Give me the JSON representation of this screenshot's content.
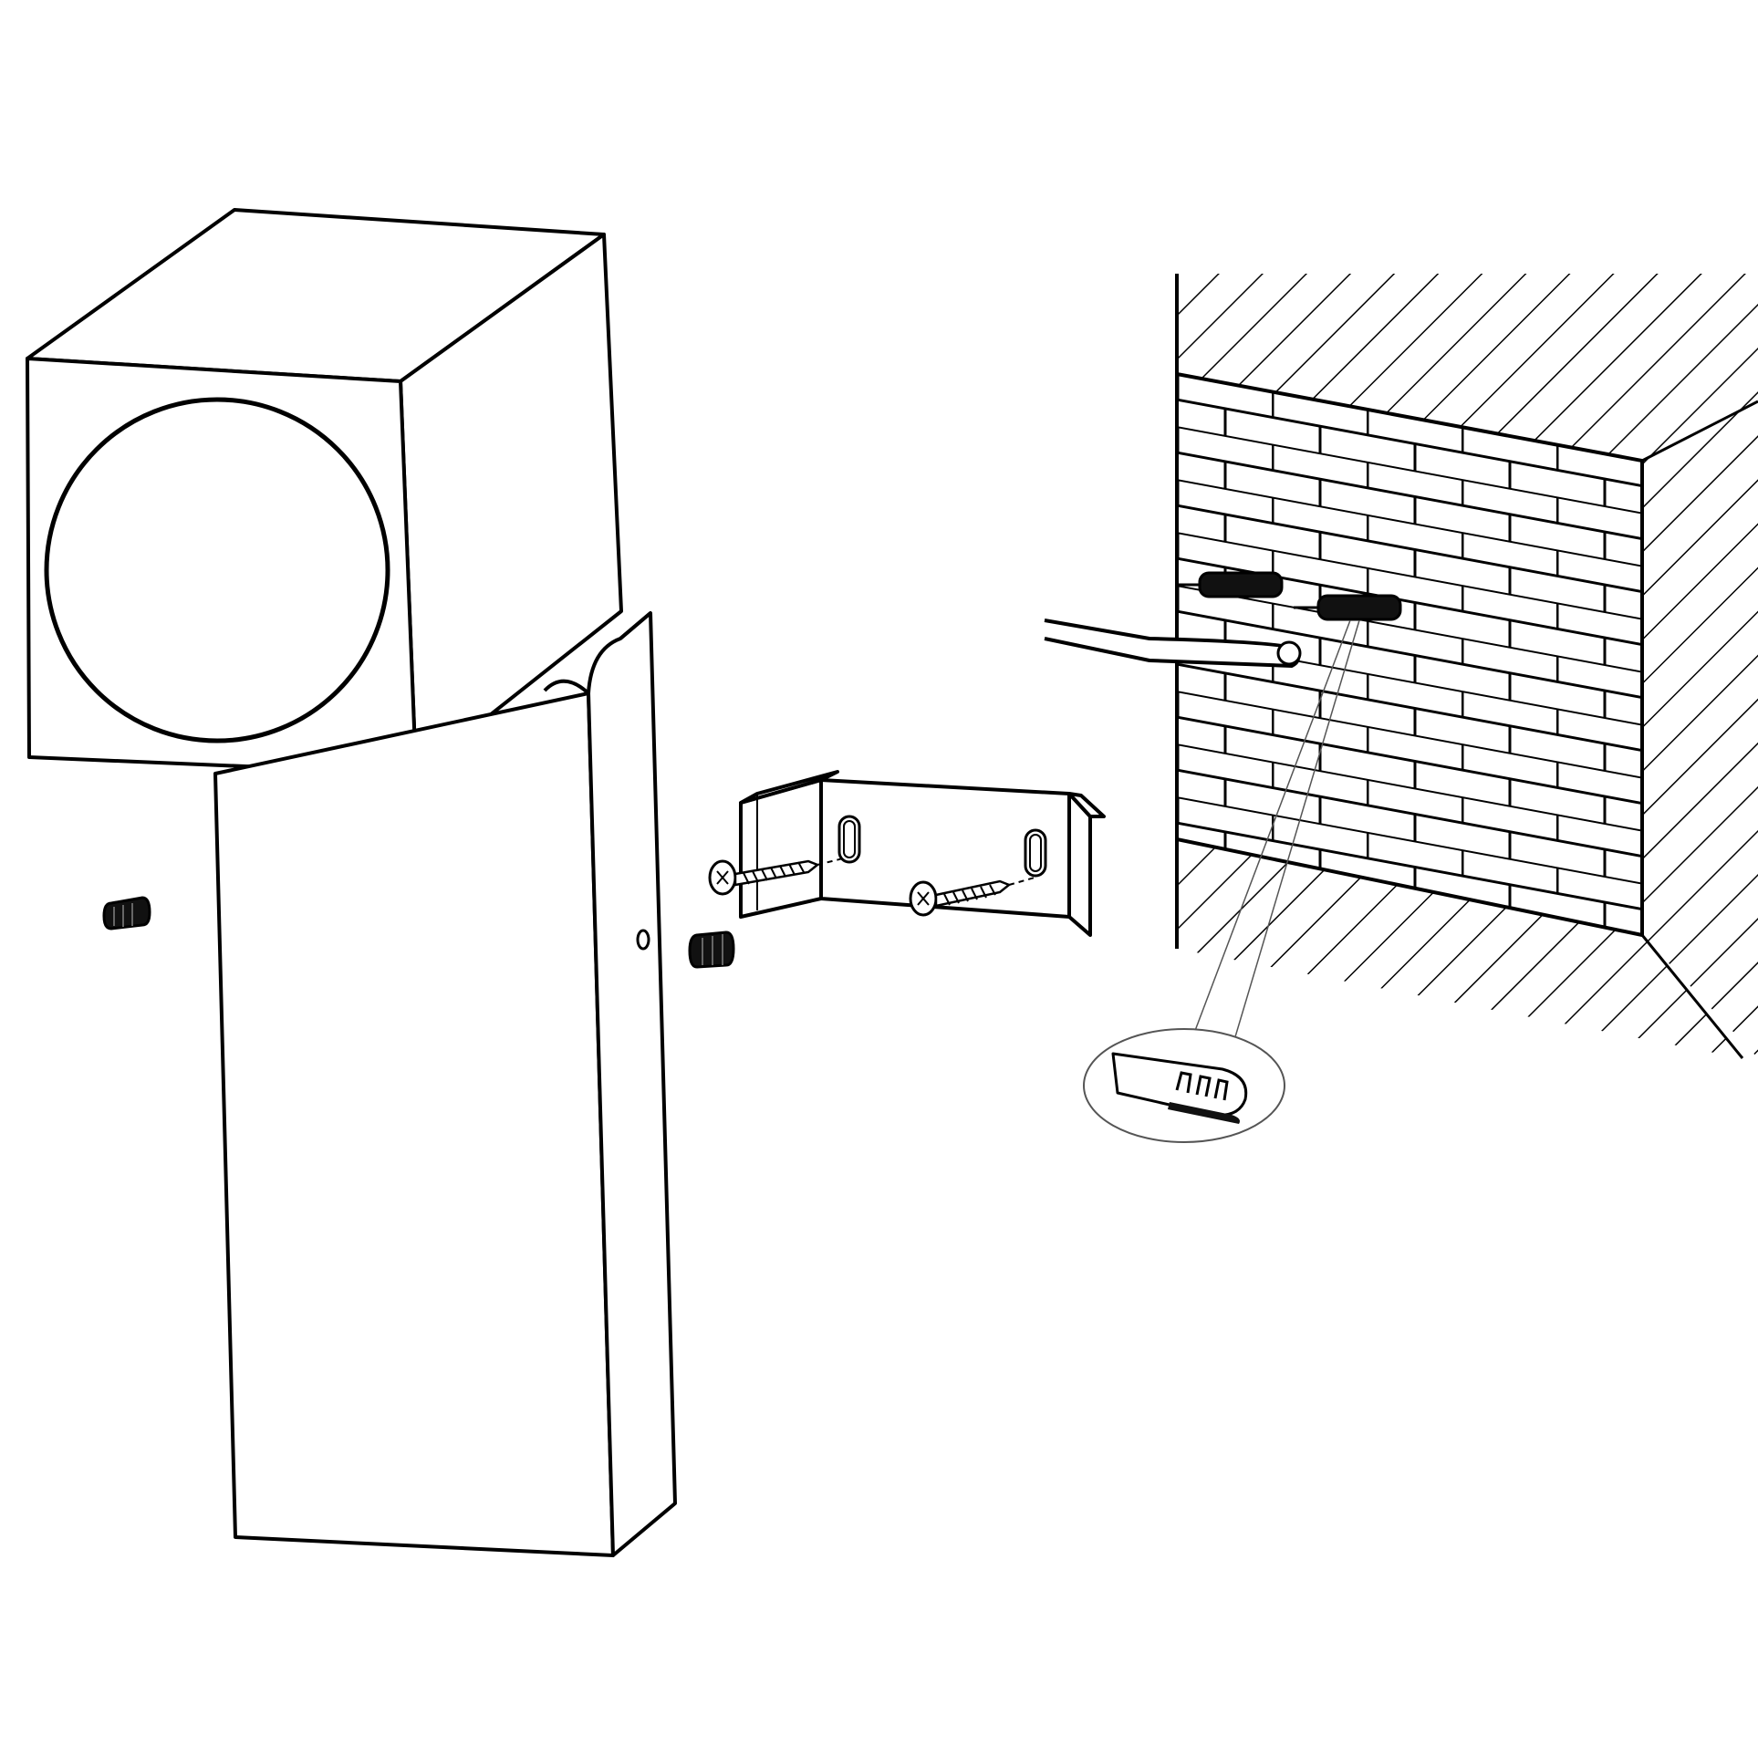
{
  "diagram": {
    "style": "line-art",
    "colors": {
      "stroke": "#000000",
      "fill": "#ffffff",
      "detail": "#555555"
    },
    "parts": [
      "lamp-head",
      "lamp-body",
      "grub-screw",
      "mounting-bracket",
      "wood-screw",
      "wall-plug",
      "brick-wall",
      "drill-bit",
      "wall-plug-detail"
    ]
  }
}
